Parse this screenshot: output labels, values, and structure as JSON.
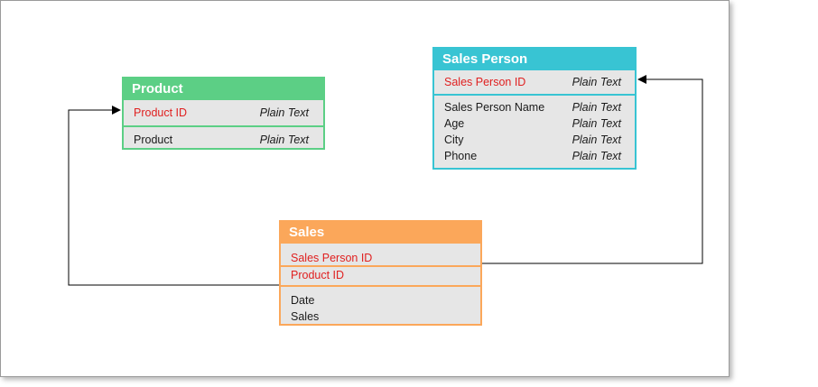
{
  "colors": {
    "product": "#5ccf85",
    "sales_person": "#38c4d3",
    "sales": "#fba75a",
    "key_text": "#e02020",
    "row_bg": "#e6e6e6",
    "connector": "#000000"
  },
  "tables": {
    "product": {
      "title": "Product",
      "keys": [
        {
          "name": "Product ID",
          "type": "Plain Text"
        }
      ],
      "attributes": [
        {
          "name": "Product",
          "type": "Plain Text"
        }
      ]
    },
    "sales_person": {
      "title": "Sales Person",
      "keys": [
        {
          "name": "Sales Person ID",
          "type": "Plain Text"
        }
      ],
      "attributes": [
        {
          "name": "Sales Person Name",
          "type": "Plain Text"
        },
        {
          "name": "Age",
          "type": "Plain Text"
        },
        {
          "name": "City",
          "type": "Plain Text"
        },
        {
          "name": "Phone",
          "type": "Plain Text"
        }
      ]
    },
    "sales": {
      "title": "Sales",
      "keys": [
        {
          "name": "Sales Person ID"
        },
        {
          "name": "Product ID"
        }
      ],
      "attributes": [
        {
          "name": "Date"
        },
        {
          "name": "Sales"
        }
      ]
    }
  },
  "relationships": [
    {
      "from": "Sales.Product ID",
      "to": "Product.Product ID",
      "arrow": "filled-triangle"
    },
    {
      "from": "Sales.Sales Person ID",
      "to": "Sales Person.Sales Person ID",
      "arrow": "filled-triangle"
    }
  ]
}
